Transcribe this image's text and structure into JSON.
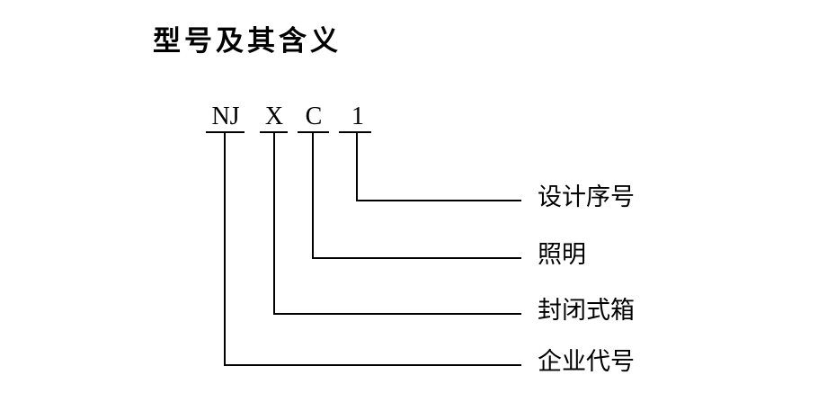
{
  "title": "型号及其含义",
  "codes": [
    "NJ",
    "X",
    "C",
    "1"
  ],
  "meanings": [
    "设计序号",
    "照明",
    "封闭式箱",
    "企业代号"
  ]
}
